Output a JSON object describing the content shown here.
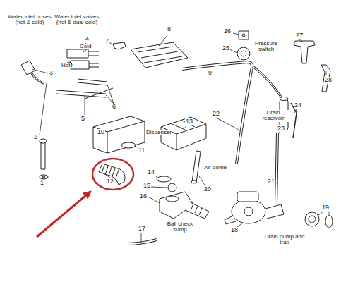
{
  "diagram": {
    "labels": [
      "Water inlet hoses (hot & cold)",
      "Water inlet valves (hot & dual cold)",
      "4",
      "Cold",
      "Hot",
      "7",
      "8",
      "26",
      "27",
      "28",
      "25",
      "Pressure switch",
      "9",
      "3",
      "6",
      "5",
      "2",
      "1",
      "10",
      "Dispenser",
      "11",
      "12",
      "13",
      "14",
      "15",
      "16",
      "Ball check sump",
      "17",
      "Air dome",
      "20",
      "22",
      "Drain reservoir",
      "23",
      "24",
      "21",
      "18",
      "19",
      "Drain pump and trap"
    ]
  }
}
